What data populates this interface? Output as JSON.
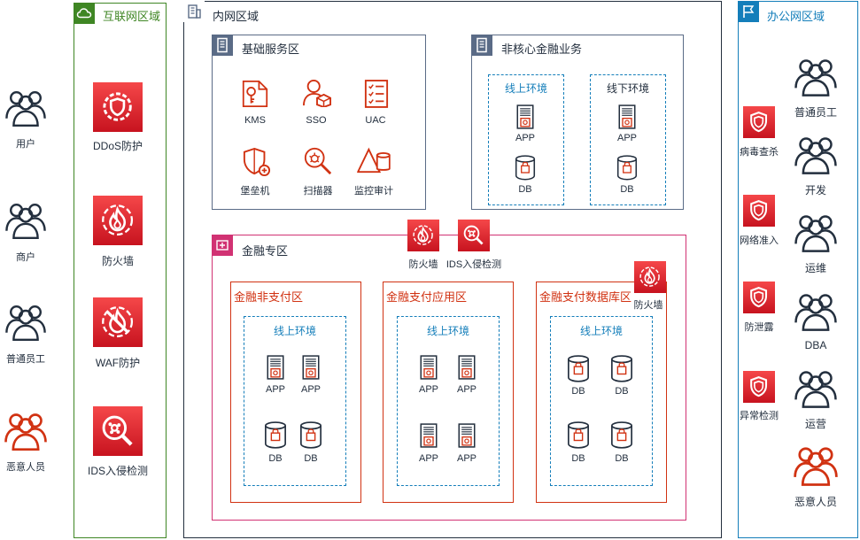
{
  "left_users": [
    {
      "label": "用户",
      "style": "outline"
    },
    {
      "label": "商户",
      "style": "outline"
    },
    {
      "label": "普通员工",
      "style": "outline"
    },
    {
      "label": "恶意人员",
      "style": "red"
    }
  ],
  "internet_zone": {
    "title": "互联网区域",
    "items": [
      "DDoS防护",
      "防火墙",
      "WAF防护",
      "IDS入侵检测"
    ]
  },
  "intranet_zone": {
    "title": "内网区域",
    "basic_services": {
      "title": "基础服务区",
      "items": [
        "KMS",
        "SSO",
        "UAC",
        "堡垒机",
        "扫描器",
        "监控审计"
      ]
    },
    "non_core": {
      "title": "非核心金融业务",
      "online": {
        "title": "线上环境",
        "app": "APP",
        "db": "DB"
      },
      "offline": {
        "title": "线下环境",
        "app": "APP",
        "db": "DB"
      }
    },
    "finance": {
      "title": "金融专区",
      "firewall_label": "防火墙",
      "ids_label": "IDS入侵检测",
      "subzones": [
        {
          "title": "金融非支付区",
          "env": "线上环境",
          "row1": [
            "APP",
            "APP"
          ],
          "row2": [
            "DB",
            "DB"
          ]
        },
        {
          "title": "金融支付应用区",
          "env": "线上环境",
          "row1": [
            "APP",
            "APP"
          ],
          "row2": [
            "APP",
            "APP"
          ]
        },
        {
          "title": "金融支付数据库区",
          "env": "线上环境",
          "row1": [
            "DB",
            "DB"
          ],
          "row2": [
            "DB",
            "DB"
          ],
          "firewall_label": "防火墙"
        }
      ]
    }
  },
  "office_zone": {
    "title": "办公网区域",
    "shields": [
      "病毒查杀",
      "网络准入",
      "防泄露",
      "异常检测"
    ],
    "users": [
      {
        "label": "普通员工",
        "style": "outline"
      },
      {
        "label": "开发",
        "style": "outline"
      },
      {
        "label": "运维",
        "style": "outline"
      },
      {
        "label": "DBA",
        "style": "outline"
      },
      {
        "label": "运营",
        "style": "outline"
      },
      {
        "label": "恶意人员",
        "style": "red"
      }
    ]
  },
  "colors": {
    "internet": "#3f8624",
    "intranet": "#232f3e",
    "office": "#147eba",
    "finance": "#d13273",
    "subzone": "#d13212",
    "icon_red": "#d13212",
    "env_blue": "#147eba"
  }
}
